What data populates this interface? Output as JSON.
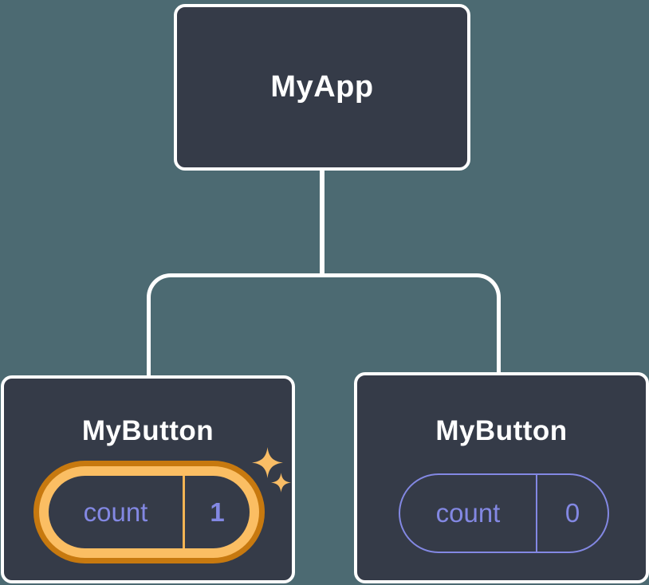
{
  "diagram": {
    "description": "React component tree showing isolated state",
    "root": {
      "label": "MyApp"
    },
    "children": [
      {
        "label": "MyButton",
        "state_label": "count",
        "state_value": "1",
        "highlighted": true
      },
      {
        "label": "MyButton",
        "state_label": "count",
        "state_value": "0",
        "highlighted": false
      }
    ]
  },
  "colors": {
    "background": "#4c6a72",
    "node_fill": "#353b48",
    "node_border": "#ffffff",
    "connector": "#ffffff",
    "state_text": "#8388e3",
    "pill_border_plain": "#8388e3",
    "highlight_outer": "#c7790f",
    "highlight_inner": "#fbbe63",
    "highlight_divider": "#f4b453",
    "sparkle": "#f9bd66"
  },
  "icons": {
    "sparkle_large": "sparkle-icon",
    "sparkle_small": "sparkle-icon"
  }
}
